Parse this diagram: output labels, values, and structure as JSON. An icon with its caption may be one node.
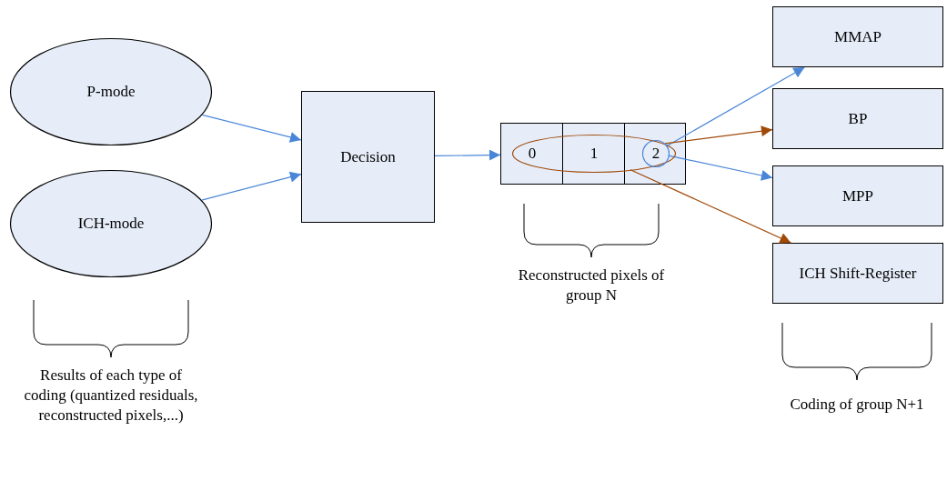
{
  "diagram": {
    "nodes": [
      {
        "text": [
          "P-mode"
        ]
      },
      {
        "text": [
          "ICH-mode"
        ]
      },
      {
        "text": [
          "Decision"
        ]
      },
      {
        "text": [],
        "shape": "box"
      },
      {
        "text": [
          "0",
          "1"
        ],
        "in": 3
      },
      {
        "text": [
          "2"
        ],
        "in": 4
      },
      {
        "text": [
          "MMAP"
        ]
      },
      {
        "text": [
          "BP"
        ]
      },
      {
        "text": [
          "MPP"
        ]
      },
      {
        "text": [
          "ICH Shift-Register"
        ]
      }
    ],
    "edges": [
      {
        "from": 0,
        "to": 2,
        "arrow": "to"
      },
      {
        "from": 1,
        "to": 2,
        "arrow": "to"
      },
      {
        "from": 2,
        "to": 3,
        "arrow": "to"
      },
      {
        "from": 5,
        "to": 6,
        "arrow": "to"
      },
      {
        "from": 4,
        "to": 7,
        "arrow": "to",
        "color": "#a04a0a"
      },
      {
        "from": 5,
        "to": 8,
        "arrow": "to"
      },
      {
        "from": 4,
        "to": 9,
        "arrow": "to",
        "color": "#a04a0a"
      }
    ],
    "labels": [
      "Reconstructed pixels of group N",
      "Results of each type of coding (quantized residuals, reconstructed pixels,...)",
      "Coding of group N+1"
    ]
  }
}
